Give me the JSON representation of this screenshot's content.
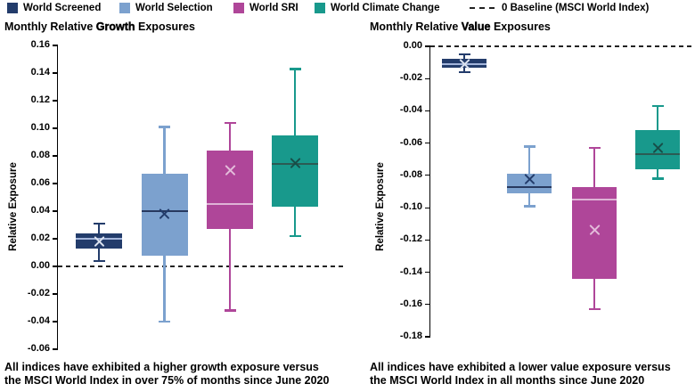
{
  "legend": {
    "items": [
      {
        "label": "World Screened",
        "color": "#233C6B",
        "type": "swatch"
      },
      {
        "label": "World Selection",
        "color": "#7CA1CE",
        "type": "swatch"
      },
      {
        "label": "World SRI",
        "color": "#AF4699",
        "type": "swatch"
      },
      {
        "label": "World Climate Change",
        "color": "#18998C",
        "type": "swatch"
      },
      {
        "label": "0 Baseline (MSCI World Index)",
        "color": "#222222",
        "type": "dash"
      }
    ]
  },
  "chart_data": [
    {
      "type": "box",
      "title_prefix": "Monthly Relative ",
      "title_keyword": "Growth",
      "title_suffix": " Exposures",
      "ylabel": "Relative Exposure",
      "ylim": [
        -0.06,
        0.16
      ],
      "tick_step": 0.02,
      "ticks": [
        "0.16",
        "0.14",
        "0.12",
        "0.10",
        "0.08",
        "0.06",
        "0.04",
        "0.02",
        "0.00",
        "-0.02",
        "-0.04",
        "-0.06"
      ],
      "baseline": 0,
      "grid": false,
      "legend_position": "top",
      "caption_line1": "All indices have exhibited a higher growth exposure versus",
      "caption_line2": "the MSCI World Index in over 75% of months since June 2020",
      "series": [
        {
          "name": "World Screened",
          "color": "#233C6B",
          "median_color": "#A3B5DB",
          "mean_color": "#DCE3F0",
          "min": 0.004,
          "q1": 0.013,
          "median": 0.02,
          "mean": 0.018,
          "q3": 0.024,
          "max": 0.031
        },
        {
          "name": "World Selection",
          "color": "#7CA1CE",
          "median_color": "#27395F",
          "mean_color": "#233C6B",
          "min": -0.04,
          "q1": 0.008,
          "median": 0.04,
          "mean": 0.038,
          "q3": 0.067,
          "max": 0.101
        },
        {
          "name": "World SRI",
          "color": "#AF4699",
          "median_color": "#DFB3D6",
          "mean_color": "#E3BCDA",
          "min": -0.032,
          "q1": 0.027,
          "median": 0.045,
          "mean": 0.07,
          "q3": 0.084,
          "max": 0.104
        },
        {
          "name": "World Climate Change",
          "color": "#18998C",
          "median_color": "#2B5B54",
          "mean_color": "#174E48",
          "min": 0.022,
          "q1": 0.043,
          "median": 0.074,
          "mean": 0.075,
          "q3": 0.095,
          "max": 0.143
        }
      ]
    },
    {
      "type": "box",
      "title_prefix": "Monthly Relative ",
      "title_keyword": "Value",
      "title_suffix": " Exposures",
      "ylabel": "Relative Exposure",
      "ylim": [
        -0.18,
        0
      ],
      "tick_step": 0.02,
      "ticks": [
        "0.00",
        "-0.02",
        "-0.04",
        "-0.06",
        "-0.08",
        "-0.10",
        "-0.12",
        "-0.14",
        "-0.16",
        "-0.18"
      ],
      "baseline": 0,
      "grid": false,
      "legend_position": "top",
      "caption_line1": "All indices have exhibited a lower value exposure versus",
      "caption_line2": "the MSCI World Index in all months since June 2020",
      "series": [
        {
          "name": "World Screened",
          "color": "#233C6B",
          "median_color": "#A3B5DB",
          "mean_color": "#DCE3F0",
          "min": -0.016,
          "q1": -0.013,
          "median": -0.011,
          "mean": -0.011,
          "q3": -0.008,
          "max": -0.005
        },
        {
          "name": "World Selection",
          "color": "#7CA1CE",
          "median_color": "#27395F",
          "mean_color": "#233C6B",
          "min": -0.099,
          "q1": -0.091,
          "median": -0.087,
          "mean": -0.082,
          "q3": -0.079,
          "max": -0.062
        },
        {
          "name": "World SRI",
          "color": "#AF4699",
          "median_color": "#DFB3D6",
          "mean_color": "#E3BCDA",
          "min": -0.163,
          "q1": -0.144,
          "median": -0.095,
          "mean": -0.114,
          "q3": -0.087,
          "max": -0.063
        },
        {
          "name": "World Climate Change",
          "color": "#18998C",
          "median_color": "#2B5B54",
          "mean_color": "#174E48",
          "min": -0.082,
          "q1": -0.076,
          "median": -0.067,
          "mean": -0.063,
          "q3": -0.052,
          "max": -0.037
        }
      ]
    }
  ]
}
